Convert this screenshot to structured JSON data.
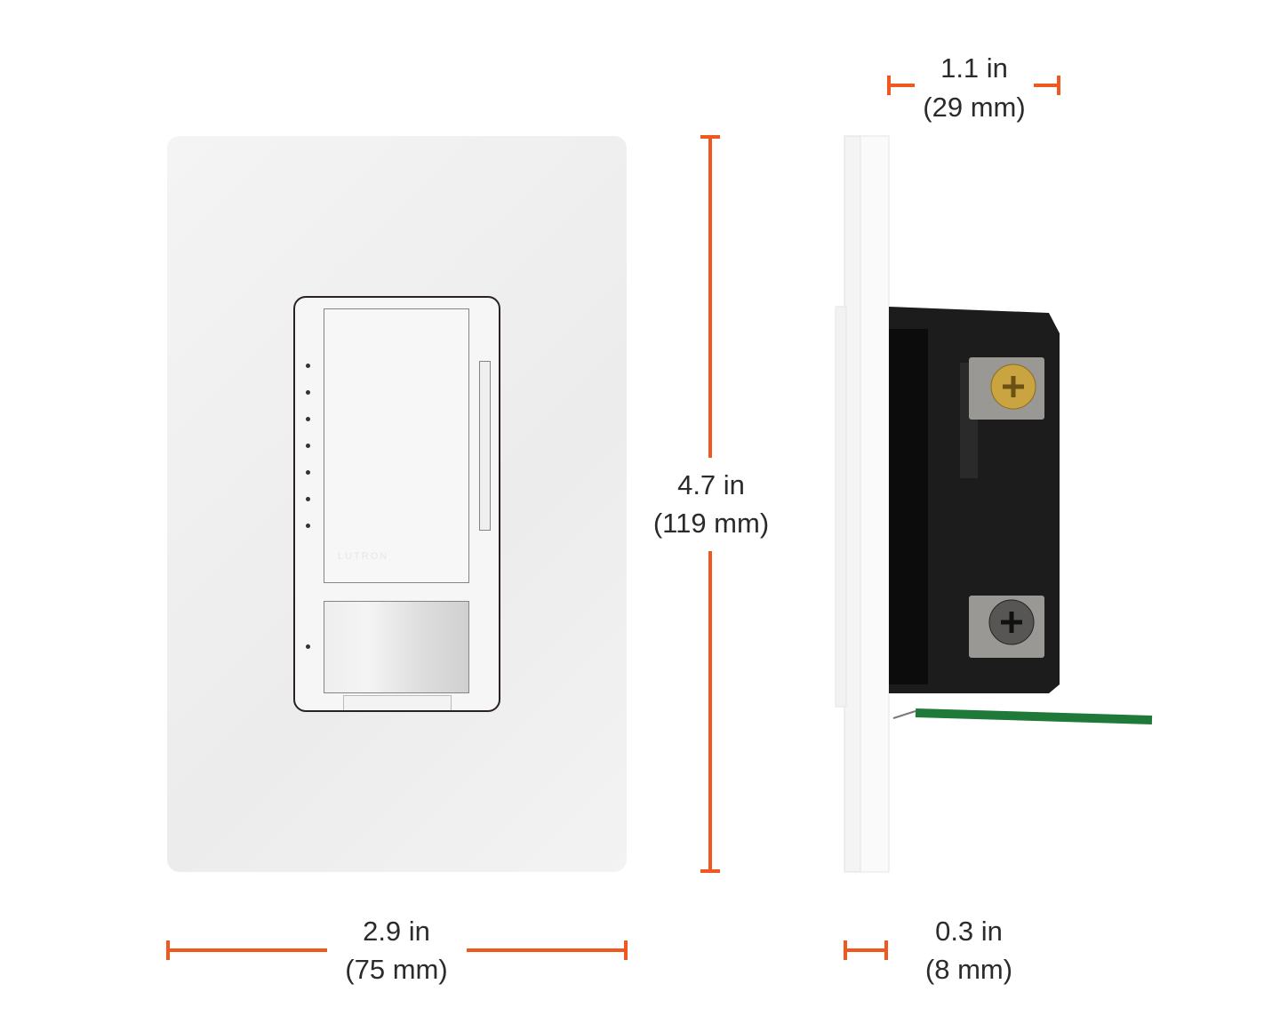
{
  "dimensions": {
    "height": {
      "imperial": "4.7 in",
      "metric": "(119 mm)"
    },
    "width": {
      "imperial": "2.9 in",
      "metric": "(75 mm)"
    },
    "depth": {
      "imperial": "1.1 in",
      "metric": "(29 mm)"
    },
    "plate_thickness": {
      "imperial": "0.3 in",
      "metric": "(8 mm)"
    }
  },
  "product": {
    "logo_text": "LUTRON",
    "indicator_leds": 7
  },
  "colors": {
    "dimension_lines": "#f0581f",
    "plate": "#f2f2f2",
    "body": "#1c1c1c",
    "ground_wire": "#1f7a3a",
    "brass_screw": "#c9a441"
  }
}
